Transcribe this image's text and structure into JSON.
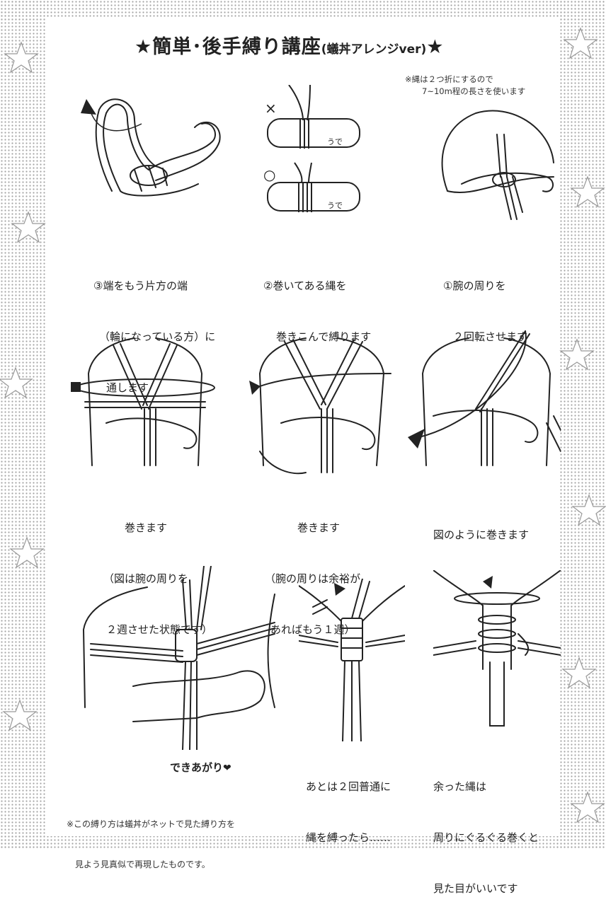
{
  "title": {
    "main": "★簡単･後手縛り講座",
    "sub": "(蟻丼アレンジver)",
    "end_star": "★"
  },
  "top_note": {
    "line1": "※縄は２つ折にするので",
    "line2": "7~10m程の長さを使います"
  },
  "step_labels": {
    "wrong_mark": "×",
    "right_mark": "○",
    "arm_label": "うで"
  },
  "steps": [
    {
      "lines": [
        "③端をもう片方の端",
        "（輪になっている方）に",
        "通します"
      ]
    },
    {
      "lines": [
        "②巻いてある縄を",
        "巻きこんで縛ります"
      ]
    },
    {
      "lines": [
        "①腕の周りを",
        "２回転させます"
      ]
    },
    {
      "lines": [
        "巻きます",
        "（図は腕の周りを",
        "２週させた状態です）"
      ]
    },
    {
      "lines": [
        "巻きます",
        "（腕の周りは余裕が",
        "あればもう１週）"
      ]
    },
    {
      "lines": [
        "図のように巻きます"
      ]
    },
    {
      "lines": [
        "あとは２回普通に",
        "縄を縛ったら……"
      ]
    },
    {
      "lines": [
        "余った縄は",
        "周りにぐるぐる巻くと",
        "見た目がいいです"
      ]
    }
  ],
  "finish": {
    "label": "できあがり",
    "heart": "❤"
  },
  "bottom_note": {
    "line1": "※この縛り方は蟻丼がネットで見た縛り方を",
    "line2": "見よう見真似で再現したものです。"
  }
}
